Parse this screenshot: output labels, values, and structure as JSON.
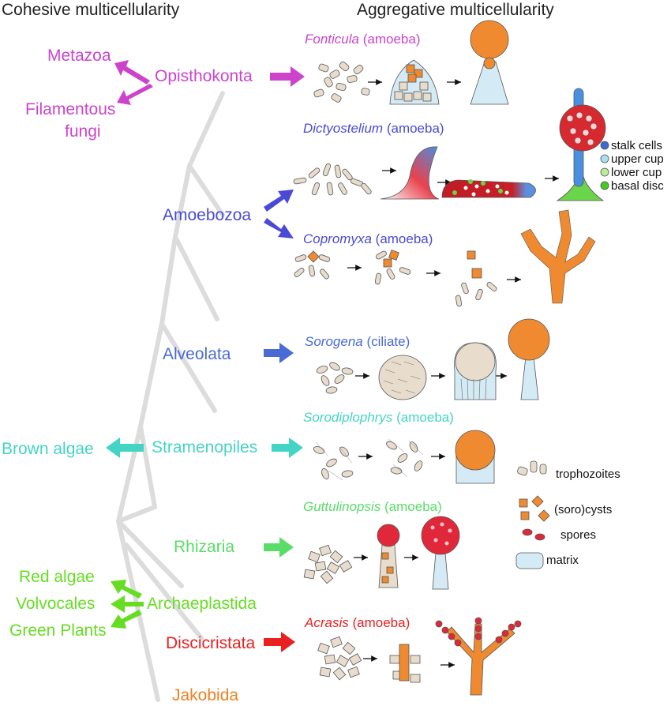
{
  "headers": {
    "cohesive": "Cohesive multicellularity",
    "aggregative": "Aggregative multicellularity"
  },
  "groups": {
    "opisthokonta": "Opisthokonta",
    "amoebozoa": "Amoebozoa",
    "alveolata": "Alveolata",
    "stramenopiles": "Stramenopiles",
    "rhizaria": "Rhizaria",
    "archaeplastida": "Archaeplastida",
    "discicristata": "Discicristata",
    "jakobida": "Jakobida"
  },
  "cohesive_taxa": {
    "metazoa": "Metazoa",
    "filamentous_fungi_1": "Filamentous",
    "filamentous_fungi_2": "fungi",
    "brown_algae": "Brown algae",
    "red_algae": "Red algae",
    "volvocales": "Volvocales",
    "green_plants": "Green Plants"
  },
  "species": {
    "fonticula": {
      "genus": "Fonticula",
      "type": "(amoeba)"
    },
    "dictyostelium": {
      "genus": "Dictyostelium",
      "type": "(amoeba)"
    },
    "copromyxa": {
      "genus": "Copromyxa",
      "type": "(amoeba)"
    },
    "sorogena": {
      "genus": "Sorogena",
      "type": "(ciliate)"
    },
    "sorodiplophrys": {
      "genus": "Sorodiplophrys",
      "type": "(amoeba)"
    },
    "guttulinopsis": {
      "genus": "Guttulinopsis",
      "type": "(amoeba)"
    },
    "acrasis": {
      "genus": "Acrasis",
      "type": "(amoeba)"
    }
  },
  "dicty_legend": {
    "stalk": "stalk cells",
    "upper": "upper cup",
    "lower": "lower cup",
    "basal": "basal disc"
  },
  "cell_legend": {
    "trophozoites": "trophozoites",
    "cysts": "(soro)cysts",
    "spores": "spores",
    "matrix": "matrix"
  },
  "colors": {
    "opisthokonta": "#cc44cc",
    "amoebozoa": "#4a4ad6",
    "alveolata": "#4a6ad6",
    "stramenopiles": "#44d4c4",
    "rhizaria": "#5adc68",
    "archaeplastida": "#66dd22",
    "discicristata": "#e82020",
    "jakobida": "#f08020",
    "tree": "#dcdcdc",
    "cell": "#e8dccd",
    "cyst": "#f08a30",
    "spore": "#e0283a",
    "matrix": "#d4ebf5"
  }
}
